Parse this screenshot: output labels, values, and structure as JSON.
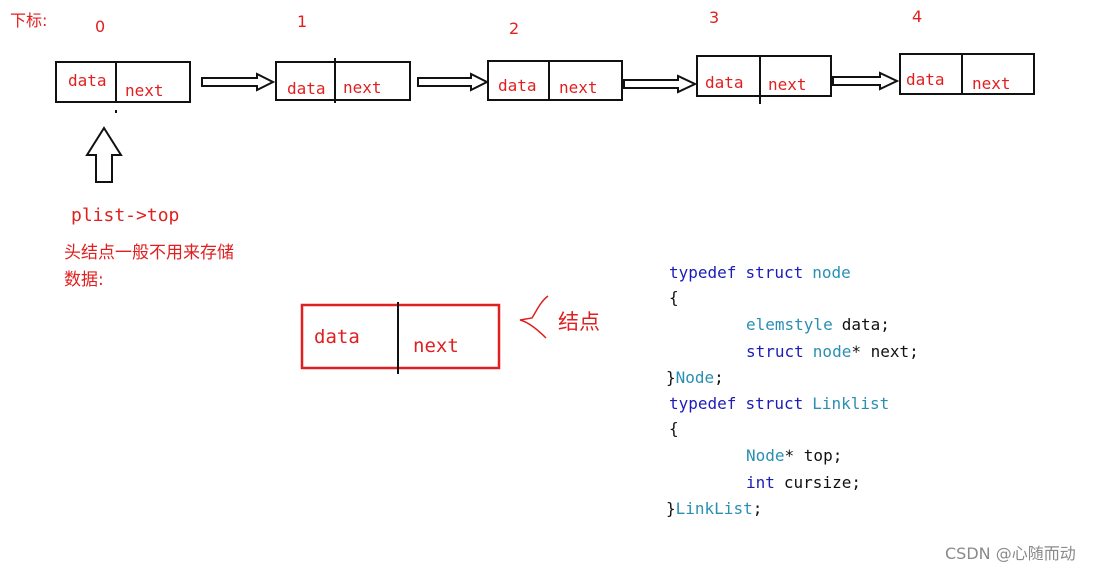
{
  "index_label": "下标:",
  "nodes": [
    {
      "index": "0",
      "data": "data",
      "next": "next"
    },
    {
      "index": "1",
      "data": "data",
      "next": "next"
    },
    {
      "index": "2",
      "data": "data",
      "next": "next"
    },
    {
      "index": "3",
      "data": "data",
      "next": "next"
    },
    {
      "index": "4",
      "data": "data",
      "next": "next"
    }
  ],
  "pointer_label": "plist->top",
  "head_note": [
    "头结点一般不用来存储",
    "数据:"
  ],
  "legend_node": {
    "data": "data",
    "next": "next",
    "label": "结点"
  },
  "code": {
    "line1": {
      "kw1": "typedef",
      "kw2": "struct",
      "name": "node"
    },
    "open1": "{",
    "line2": {
      "type": "elemstyle",
      "rest": "data;"
    },
    "line3": {
      "kw": "struct",
      "type": "node",
      "rest": "* next;"
    },
    "close1": {
      "brace": "}",
      "name": "Node",
      "semi": ";"
    },
    "line4": {
      "kw1": "typedef",
      "kw2": "struct",
      "name": "Linklist"
    },
    "open2": "{",
    "line5": {
      "type": "Node",
      "rest": "* top;"
    },
    "line6": {
      "kw": "int",
      "rest": "cursize;"
    },
    "close2": {
      "brace": "}",
      "name": "LinkList",
      "semi": ";"
    }
  },
  "watermark": "CSDN @心随而动",
  "colors": {
    "red": "#e02020",
    "keyword": "#1c1cb8",
    "type": "#2a8fb3",
    "black": "#111111"
  }
}
